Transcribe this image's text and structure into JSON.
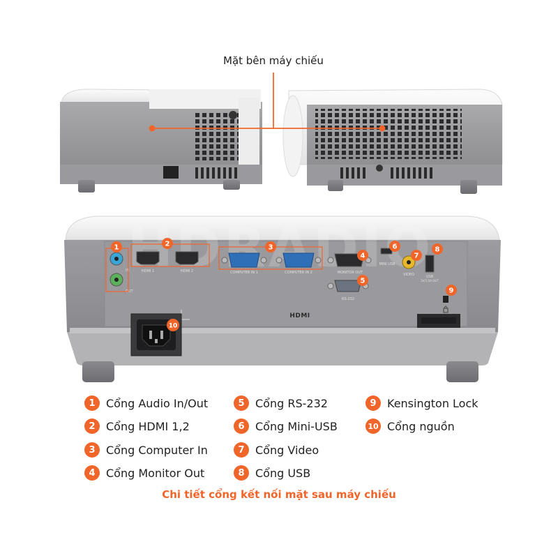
{
  "side_view": {
    "label": "Mặt bên máy chiếu"
  },
  "accent_color": "#f0652a",
  "rear_panel": {
    "port_labels": {
      "hdmi1": "HDMI 1",
      "hdmi2": "HDMI 2",
      "computer_in1": "COMPUTER IN 1",
      "computer_in2": "COMPUTER IN 2",
      "monitor_out": "MONITOR OUT",
      "mini_usb": "MINI USB",
      "video": "VIDEO",
      "usb": "USB",
      "usb_spec": "5V/1.5A OUT",
      "rs232": "RS-232",
      "hdmi_logo": "HDMI",
      "audio_in": "IN",
      "audio_out": "OUT"
    },
    "markers": [
      "1",
      "2",
      "3",
      "4",
      "5",
      "6",
      "7",
      "8",
      "9",
      "10"
    ]
  },
  "legend": [
    {
      "num": "1",
      "text": "Cổng Audio In/Out"
    },
    {
      "num": "2",
      "text": "Cổng HDMI 1,2"
    },
    {
      "num": "3",
      "text": "Cổng Computer In"
    },
    {
      "num": "4",
      "text": "Cổng Monitor Out"
    },
    {
      "num": "5",
      "text": "Cổng RS-232"
    },
    {
      "num": "6",
      "text": "Cổng Mini-USB"
    },
    {
      "num": "7",
      "text": "Cổng Video"
    },
    {
      "num": "8",
      "text": "Cổng USB"
    },
    {
      "num": "9",
      "text": "Kensington Lock"
    },
    {
      "num": "10",
      "text": "Cổng nguồn"
    }
  ],
  "caption": "Chi tiết cổng kết nối mặt sau máy chiếu"
}
